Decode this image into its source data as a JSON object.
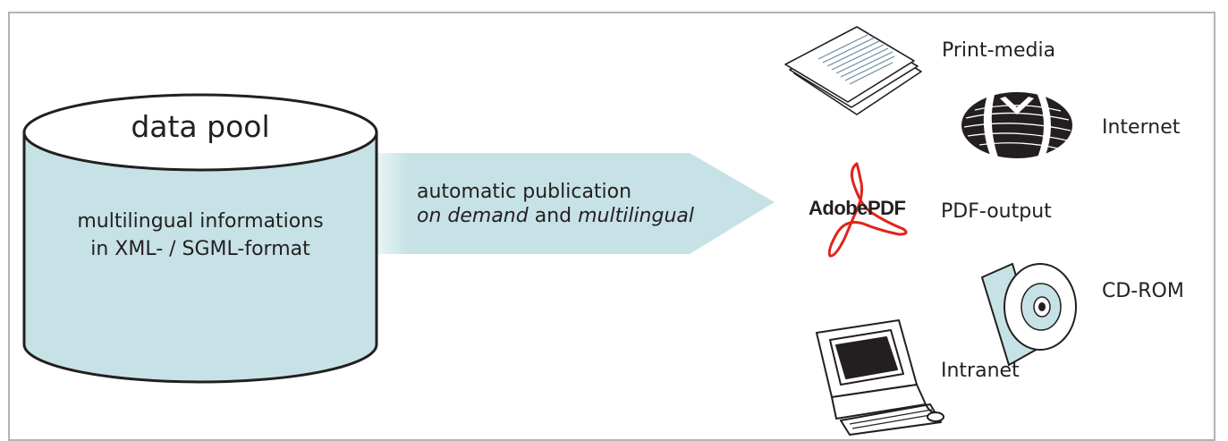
{
  "pool": {
    "title": "data pool",
    "line1": "multilingual informations",
    "line2": "in XML- / SGML-format"
  },
  "publication": {
    "line1": "automatic publication",
    "line2_part1": "on demand",
    "line2_part2": " and ",
    "line2_part3": "multilingual"
  },
  "outputs": {
    "print": "Print-media",
    "internet": "Internet",
    "pdf": "PDF-output",
    "cdrom": "CD-ROM",
    "intranet": "Intranet"
  },
  "logo": {
    "adobe_word": "Adobe",
    "pdf_word": "PDF"
  },
  "colors": {
    "pool_fill": "#c7e2e6",
    "arrow_fill": "#c7e2e6",
    "frame": "#b3b3b3",
    "adobe_red": "#e2231a"
  },
  "icons": [
    "print-media-icon",
    "internet-globe-icon",
    "adobe-pdf-logo",
    "cd-rom-icon",
    "intranet-computer-icon"
  ]
}
